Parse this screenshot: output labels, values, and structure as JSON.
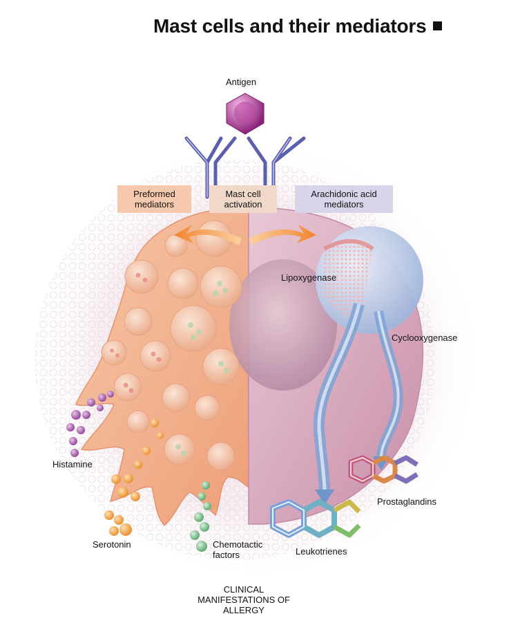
{
  "title": "Mast cells and their mediators",
  "labels": {
    "antigen": "Antigen",
    "preformed": "Preformed mediators",
    "mast_cell_activation": "Mast cell activation",
    "arachidonic": "Arachidonic acid mediators",
    "lipoxygenase": "Lipoxygenase",
    "cyclooxygenase": "Cyclooxygenase",
    "histamine": "Histamine",
    "serotonin": "Serotonin",
    "chemotactic_factors": "Chemotactic factors",
    "leukotrienes": "Leukotrienes",
    "prostaglandins": "Prostaglandins",
    "clinical": "CLINICAL MANIFESTATIONS OF ALLERGY"
  },
  "colors": {
    "cell_left": "#f3b894",
    "cell_right": "#dcb2c4",
    "antibody": "#5a5fae",
    "antigen": "#a0308a",
    "arrow": "#f08a3a",
    "histamine": "#a45aa8",
    "serotonin": "#f1a54a",
    "chemotactic": "#7fbf8c",
    "pathway": "#8fb4dc"
  }
}
